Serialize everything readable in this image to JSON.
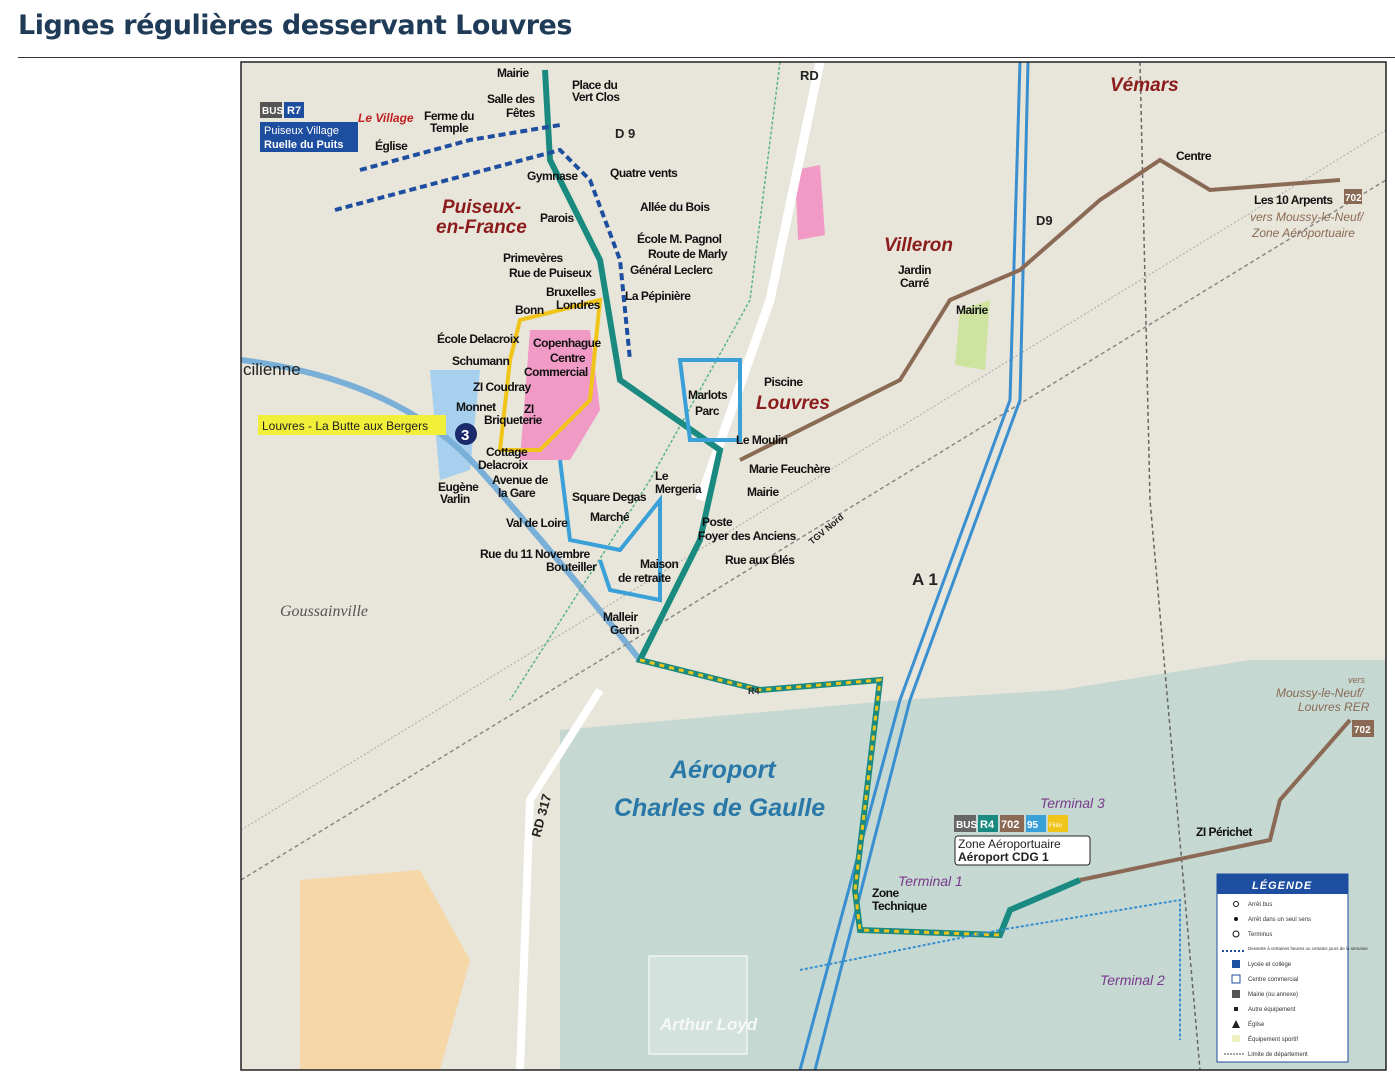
{
  "title": "Lignes régulières desservant Louvres",
  "colors": {
    "background": "#e8e5da",
    "airport_zone": "#c5d8d2",
    "line_R4": "#1a8a80",
    "line_R5": "#f0c419",
    "line_blue": "#1e4ea0",
    "line_light_blue": "#3aa0d8",
    "line_702": "#8a6a55",
    "a1": "#3a8fd0",
    "urban": "#f29ac6"
  },
  "towns": {
    "puiseux": "Puiseux-\nen-France",
    "puiseux_1": "Puiseux-",
    "puiseux_2": "en-France",
    "louvres": "Louvres",
    "villeron": "Villeron",
    "vemars": "Vémars",
    "goussainville": "Goussainville",
    "airport_1": "Aéroport",
    "airport_2": "Charles de Gaulle",
    "le_village": "Le Village",
    "cilienne": "cilienne"
  },
  "roads": {
    "rd": "RD",
    "d9": "D 9",
    "d9b": "D9",
    "a1": "A 1",
    "rd317": "RD 317",
    "tgv": "TGV Nord",
    "r4": "R4"
  },
  "terminals": {
    "t1": "Terminal 1",
    "t2": "Terminal 2",
    "t3": "Terminal 3"
  },
  "badges": {
    "bus": "BUS",
    "r7": "R7",
    "r4": "R4",
    "l702": "702",
    "l95": "95",
    "celine": "Filéo",
    "l702b": "702",
    "pui_1": "Puiseux Village",
    "pui_2": "Ruelle du Puits",
    "butte": "Louvres - La Butte aux Bergers",
    "butte_num": "3",
    "zone_1": "Zone Aéroportuaire",
    "zone_2": "Aéroport CDG 1",
    "vers_moussy": "vers Moussy-le-Neuf/\nZone Aéroportuaire",
    "vers_moussy_1": "vers Moussy-le-Neuf/",
    "vers_moussy_2": "Zone Aéroportuaire",
    "vers_rer_0": "vers",
    "vers_rer_1": "Moussy-le-Neuf/",
    "vers_rer_2": "Louvres RER"
  },
  "stops": [
    "Mairie",
    "Place du",
    "Vert Clos",
    "Salle des",
    "Fêtes",
    "Ferme du",
    "Temple",
    "Église",
    "Gymnase",
    "Quatre vents",
    "Allée du Bois",
    "Parois",
    "École M. Pagnol",
    "Route de Marly",
    "Primevères",
    "Rue de Puiseux",
    "Général Leclerc",
    "Bruxelles",
    "Londres",
    "La Pépinière",
    "Bonn",
    "École Delacroix",
    "Copenhague",
    "Centre",
    "Commercial",
    "Schumann",
    "ZI Coudray",
    "Monnet",
    "ZI",
    "Briqueterie",
    "Cottage",
    "Delacroix",
    "Avenue de",
    "la Gare",
    "Eugène",
    "Varlin",
    "Val de Loire",
    "Square Degas",
    "Marché",
    "Le",
    "Mergeria",
    "Rue du 11 Novembre",
    "Bouteiller",
    "Maison",
    "de retraite",
    "Malleir",
    "Gerin",
    "Piscine",
    "Marlots",
    "Parc",
    "Le Moulin",
    "Marie Feuchère",
    "Mairie",
    "Poste",
    "Foyer des Anciens",
    "Rue aux Blés",
    "Jardin",
    "Carré",
    "Mairie",
    "Centre",
    "Les 10 Arpents",
    "ZI Périchet",
    "Zone",
    "Technique"
  ],
  "legend": {
    "title": "LÉGENDE",
    "items": [
      "Arrêt bus",
      "Arrêt dans un seul sens",
      "Terminus",
      "Desserte à certaines heures ou certains jours de la semaine",
      "Lycée et collège",
      "Centre commercial",
      "Mairie (ou annexe)",
      "Autre équipement",
      "Église",
      "Équipement sportif",
      "Limite de département"
    ]
  },
  "watermark": "Arthur Loyd"
}
